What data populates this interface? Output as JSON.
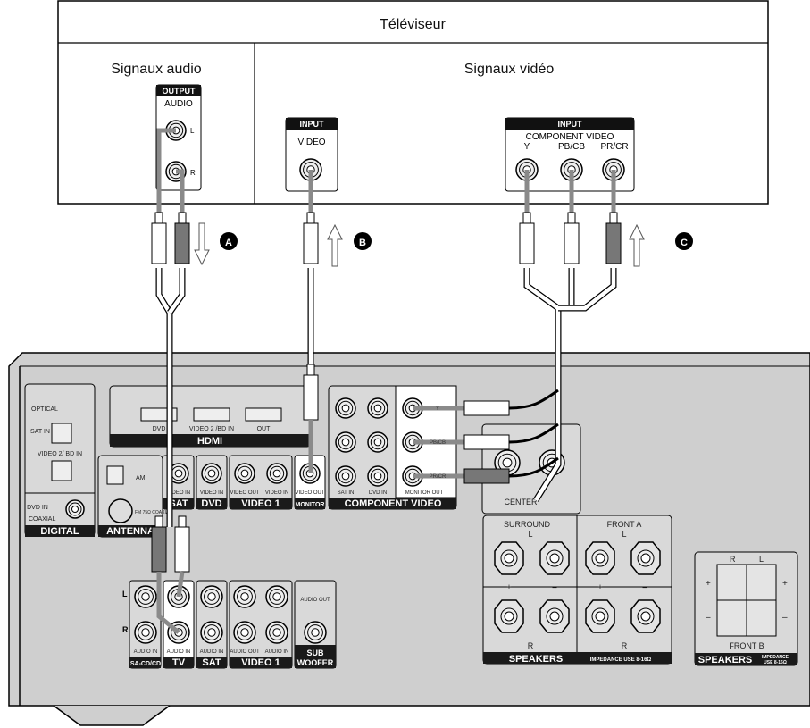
{
  "tv": {
    "title": "Téléviseur",
    "audio_heading": "Signaux audio",
    "video_heading": "Signaux vidéo",
    "audio_panel": {
      "header": "OUTPUT",
      "sub": "AUDIO",
      "l": "L",
      "r": "R"
    },
    "video_panel": {
      "header": "INPUT",
      "sub": "VIDEO"
    },
    "component_panel": {
      "header": "INPUT",
      "sub": "COMPONENT VIDEO",
      "y": "Y",
      "pb": "PB/CB",
      "pr": "PR/CR"
    }
  },
  "callouts": {
    "a": "A",
    "b": "B",
    "c": "C"
  },
  "receiver": {
    "digital": {
      "optical": "OPTICAL",
      "sat_in": "SAT IN",
      "video2_in": "VIDEO 2/ BD IN",
      "dvd_in": "DVD IN",
      "coaxial": "COAXIAL",
      "bar": "DIGITAL"
    },
    "antenna": {
      "bar": "ANTENNA",
      "am": "AM",
      "fm": "FM 75Ω COAXIAL"
    },
    "hdmi": {
      "dvd": "DVD",
      "video2": "VIDEO 2 /BD IN",
      "out": "OUT",
      "bar": "HDMI"
    },
    "video_in": {
      "sat_jack": "VIDEO IN",
      "sat_bar": "SAT",
      "dvd_jack": "VIDEO IN",
      "dvd_bar": "DVD",
      "v1_out": "VIDEO OUT",
      "v1_in": "VIDEO IN",
      "v1_bar": "VIDEO 1",
      "mon_jack": "VIDEO OUT",
      "mon_bar": "MONITOR"
    },
    "component": {
      "sat_in": "SAT IN",
      "dvd_in": "DVD IN",
      "monitor_out": "MONITOR OUT",
      "y": "Y",
      "pb": "PB/CB",
      "pr": "PR/CR",
      "bar": "COMPONENT VIDEO"
    },
    "center": "CENTER",
    "audio": {
      "l": "L",
      "r": "R",
      "audio_in": "AUDIO IN",
      "audio_out": "AUDIO OUT",
      "sacd": "SA-CD/CD",
      "tv": "TV",
      "sat": "SAT",
      "video1": "VIDEO 1",
      "sub_out": "AUDIO OUT",
      "sub1": "SUB",
      "sub2": "WOOFER"
    },
    "speakers": {
      "surround": "SURROUND",
      "front_a": "FRONT A",
      "l": "L",
      "r": "R",
      "plus": "+",
      "minus": "–",
      "bar": "SPEAKERS",
      "impedance": "IMPEDANCE USE 8-16Ω"
    },
    "front_b": {
      "label": "FRONT B",
      "r": "R",
      "l": "L",
      "plus": "+",
      "minus": "–",
      "bar": "SPEAKERS",
      "impedance1": "IMPEDANCE",
      "impedance2": "USE 8-16Ω"
    }
  },
  "colors": {
    "panel": "#d9d9d9",
    "body": "#cfcfcf",
    "bar": "#1a1a1a",
    "cable": "#8a8a8a"
  }
}
